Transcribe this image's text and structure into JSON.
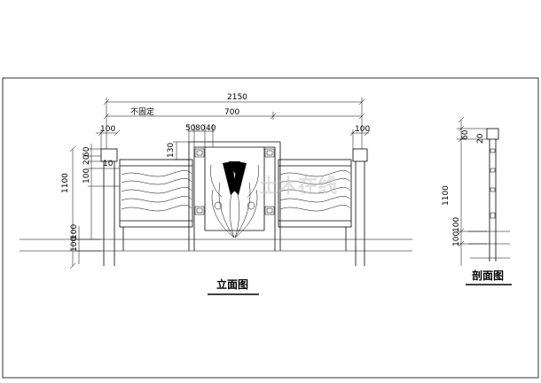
{
  "elevation": {
    "title": "立面图",
    "dims_top": {
      "overall": "2150",
      "span_note": "不固定",
      "span": "700",
      "post_left": "100",
      "post_right": "100",
      "center_1": "50",
      "center_2": "80",
      "center_3": "40",
      "center_h": "130"
    },
    "dims_left": {
      "total": "1100",
      "cap_60": "60",
      "cap_20": "20",
      "cap_10": "10",
      "rail_100": "100",
      "base_100": "100",
      "base_100b": "100"
    }
  },
  "section": {
    "title": "剖面图",
    "dims": {
      "cap_60": "60",
      "cap_20": "20",
      "total": "1100",
      "base_100": "100",
      "base_100b": "100"
    }
  },
  "watermark": "土木在线"
}
